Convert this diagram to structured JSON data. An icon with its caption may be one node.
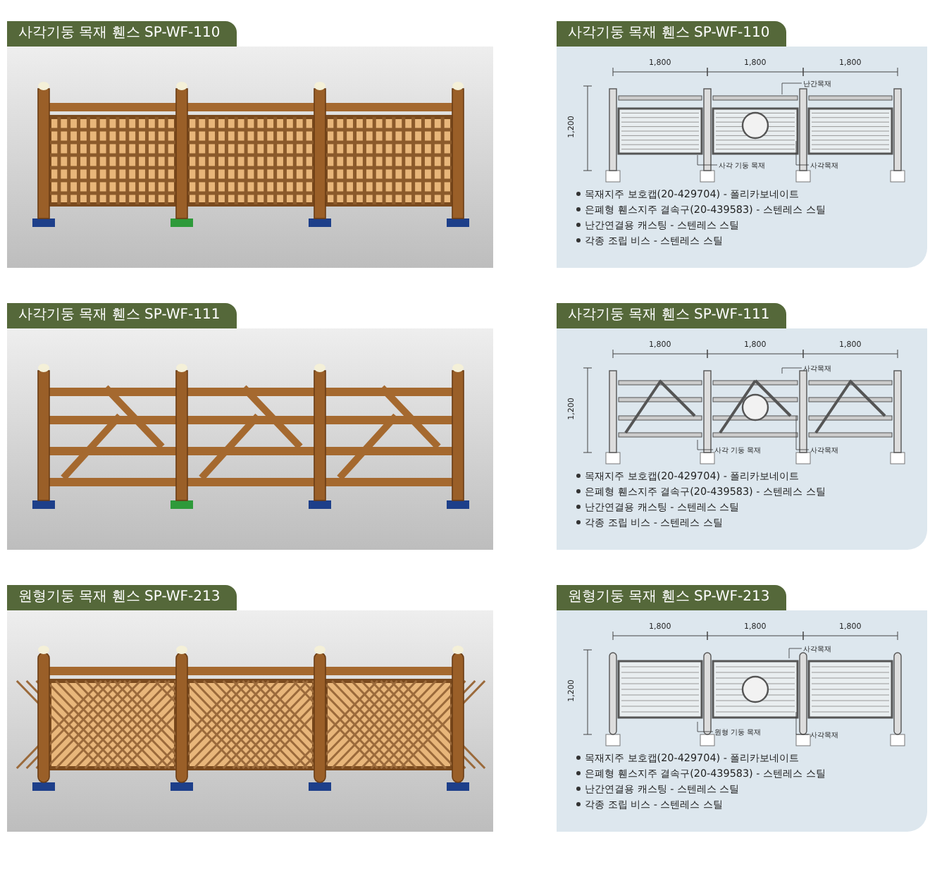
{
  "diagram": {
    "nodes": [
      {
        "text": [
          "사각기둥 목재 휀스 SP-WF-110"
        ]
      },
      {
        "text": [],
        "shape": "picture",
        "in": 0
      },
      {
        "text": [
          "사각기둥 목재 휀스 SP-WF-110",
          "목재지주 보호캡(20-429704) - 폴리카보네이트",
          "은폐형 휀스지주 결속구(20-439583) - 스텐레스 스틸",
          "난간연결용 캐스팅 - 스텐레스 스틸",
          "각종 조립 비스 - 스텐레스 스틸"
        ]
      },
      {
        "text": [
          "난간목재"
        ],
        "in": 2
      },
      {
        "text": [
          "사각 기둥 목재"
        ],
        "in": 2
      },
      {
        "text": [
          "사각목재"
        ],
        "in": 2
      },
      {
        "text": [
          "사각기둥 목재 휀스 SP-WF-111"
        ]
      },
      {
        "text": [],
        "shape": "picture",
        "in": 6
      },
      {
        "text": [
          "사각기둥 목재 휀스 SP-WF-111",
          "목재지주 보호캡(20-429704) - 폴리카보네이트",
          "은폐형 휀스지주 결속구(20-439583) - 스텐레스 스틸",
          "난간연결용 캐스팅 - 스텐레스 스틸",
          "각종 조립 비스 - 스텐레스 스틸"
        ]
      },
      {
        "text": [
          "사각목재"
        ],
        "in": 8
      },
      {
        "text": [
          "사각 기둥 목재"
        ],
        "in": 8
      },
      {
        "text": [
          "사각목재"
        ],
        "in": 8
      },
      {
        "text": [
          "원형기둥 목재 휀스 SP-WF-213"
        ]
      },
      {
        "text": [],
        "shape": "picture",
        "in": 12
      },
      {
        "text": [
          "원형기둥 목재 휀스 SP-WF-213",
          "목재지주 보호캡(20-429704) - 폴리카보네이트",
          "은폐형 휀스지주 결속구(20-439583) - 스텐레스 스틸",
          "난간연결용 캐스팅 - 스텐레스 스틸",
          "각종 조립 비스 - 스텐레스 스틸"
        ]
      },
      {
        "text": [
          "사각목재"
        ],
        "in": 14
      },
      {
        "text": [
          "원형 기둥 목재"
        ],
        "in": 14
      },
      {
        "text": [
          "사각목재"
        ],
        "in": 14
      }
    ],
    "edges": [
      {
        "from": 3,
        "to": null,
        "arrow": "none"
      },
      {
        "from": 4,
        "to": null,
        "arrow": "none"
      },
      {
        "from": 5,
        "to": null,
        "arrow": "none"
      },
      {
        "from": 9,
        "to": null,
        "arrow": "none"
      },
      {
        "from": 10,
        "to": null,
        "arrow": "none"
      },
      {
        "from": 11,
        "to": null,
        "arrow": "none"
      },
      {
        "from": 15,
        "to": null,
        "arrow": "none"
      },
      {
        "from": 16,
        "to": null,
        "arrow": "none"
      },
      {
        "from": 17,
        "to": null,
        "arrow": "none"
      }
    ],
    "labels": [
      "1,800",
      "1,800",
      "1,800",
      "1,200",
      "1,800",
      "1,800",
      "1,800",
      "1,200",
      "1,800",
      "1,800",
      "1,800",
      "1,200"
    ]
  }
}
